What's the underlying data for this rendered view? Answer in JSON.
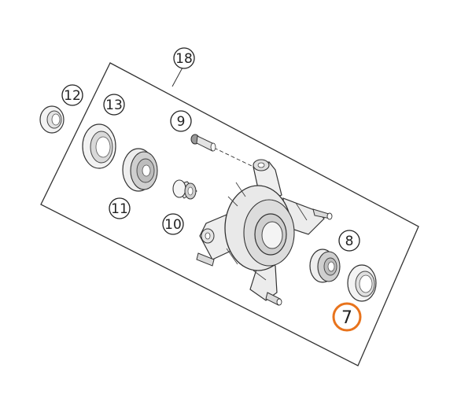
{
  "diagram": {
    "callouts": {
      "c7": "7",
      "c8": "8",
      "c9": "9",
      "c10": "10",
      "c11": "11",
      "c12": "12",
      "c13": "13",
      "c18": "18"
    },
    "highlight_callout": "7",
    "highlight_color": "#e8731c",
    "line_color": "#333333"
  }
}
